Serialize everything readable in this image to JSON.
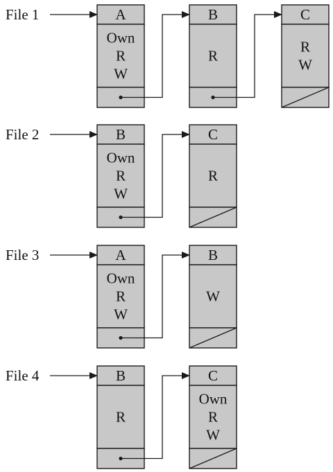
{
  "colors": {
    "box_fill": "#c8c8c8",
    "stroke": "#1a1a1a",
    "text": "#111111",
    "background": "#ffffff"
  },
  "files": [
    {
      "label": "File 1",
      "nodes": [
        {
          "header": "A",
          "rights": [
            "Own",
            "R",
            "W"
          ],
          "next": "pointer"
        },
        {
          "header": "B",
          "rights": [
            "R"
          ],
          "next": "pointer"
        },
        {
          "header": "C",
          "rights": [
            "R",
            "W"
          ],
          "next": "null"
        }
      ]
    },
    {
      "label": "File 2",
      "nodes": [
        {
          "header": "B",
          "rights": [
            "Own",
            "R",
            "W"
          ],
          "next": "pointer"
        },
        {
          "header": "C",
          "rights": [
            "R"
          ],
          "next": "null"
        }
      ]
    },
    {
      "label": "File 3",
      "nodes": [
        {
          "header": "A",
          "rights": [
            "Own",
            "R",
            "W"
          ],
          "next": "pointer"
        },
        {
          "header": "B",
          "rights": [
            "W"
          ],
          "next": "null"
        }
      ]
    },
    {
      "label": "File 4",
      "nodes": [
        {
          "header": "B",
          "rights": [
            "R"
          ],
          "next": "pointer"
        },
        {
          "header": "C",
          "rights": [
            "Own",
            "R",
            "W"
          ],
          "next": "null"
        }
      ]
    }
  ]
}
